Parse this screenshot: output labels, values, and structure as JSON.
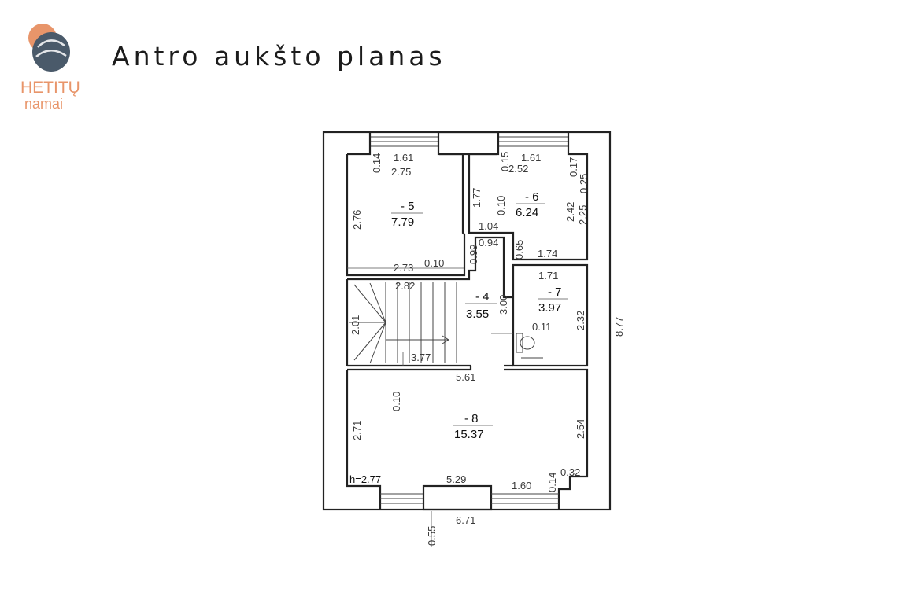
{
  "logo": {
    "line1": "HETITŲ",
    "line2": "namai",
    "colors": {
      "orange": "#e8956a",
      "slate": "#4a5a6a"
    }
  },
  "title": "Antro aukšto planas",
  "rooms": [
    {
      "id": "room-5",
      "number": "- 5",
      "area": "7.79"
    },
    {
      "id": "room-6",
      "number": "- 6",
      "area": "6.24"
    },
    {
      "id": "room-4",
      "number": "- 4",
      "area": "3.55"
    },
    {
      "id": "room-7",
      "number": "- 7",
      "area": "3.97"
    },
    {
      "id": "room-8",
      "number": "- 8",
      "area": "15.37"
    }
  ],
  "dimensions": {
    "r5_top": "1.61",
    "r5_wall": "0.14",
    "r5_width": "2.75",
    "r5_height": "2.76",
    "r5_bottom": "2.73",
    "r5_bottom_wall": "0.10",
    "r5_side": "0.99",
    "r6_top": "1.61",
    "r6_wall": "0.15",
    "r6_width": "2.52",
    "r6_left": "1.77",
    "r6_inner": "0.10",
    "r6_r1": "0.17",
    "r6_r2": "0.25",
    "r6_r3": "2.42",
    "r6_r4": "2.25",
    "r6_r5": "1.74",
    "r6_step": "0.65",
    "corr_top": "1.04",
    "corr_w": "0.94",
    "r4_stairs": "2.82",
    "r4_side": "2.01",
    "r4_bottom": "3.77",
    "r4_height": "3.00",
    "r7_top": "1.71",
    "r7_h": "2.32",
    "r7_wall": "0.11",
    "total_h": "8.77",
    "r8_top": "5.61",
    "r8_wall": "0.10",
    "r8_left": "2.71",
    "r8_right": "2.54",
    "r8_bottom": "5.29",
    "r8_b2": "1.60",
    "r8_b3": "0.14",
    "r8_b4": "0.32",
    "ceiling": "h=2.77",
    "ext_w": "6.71",
    "ext_d": "0.55"
  }
}
